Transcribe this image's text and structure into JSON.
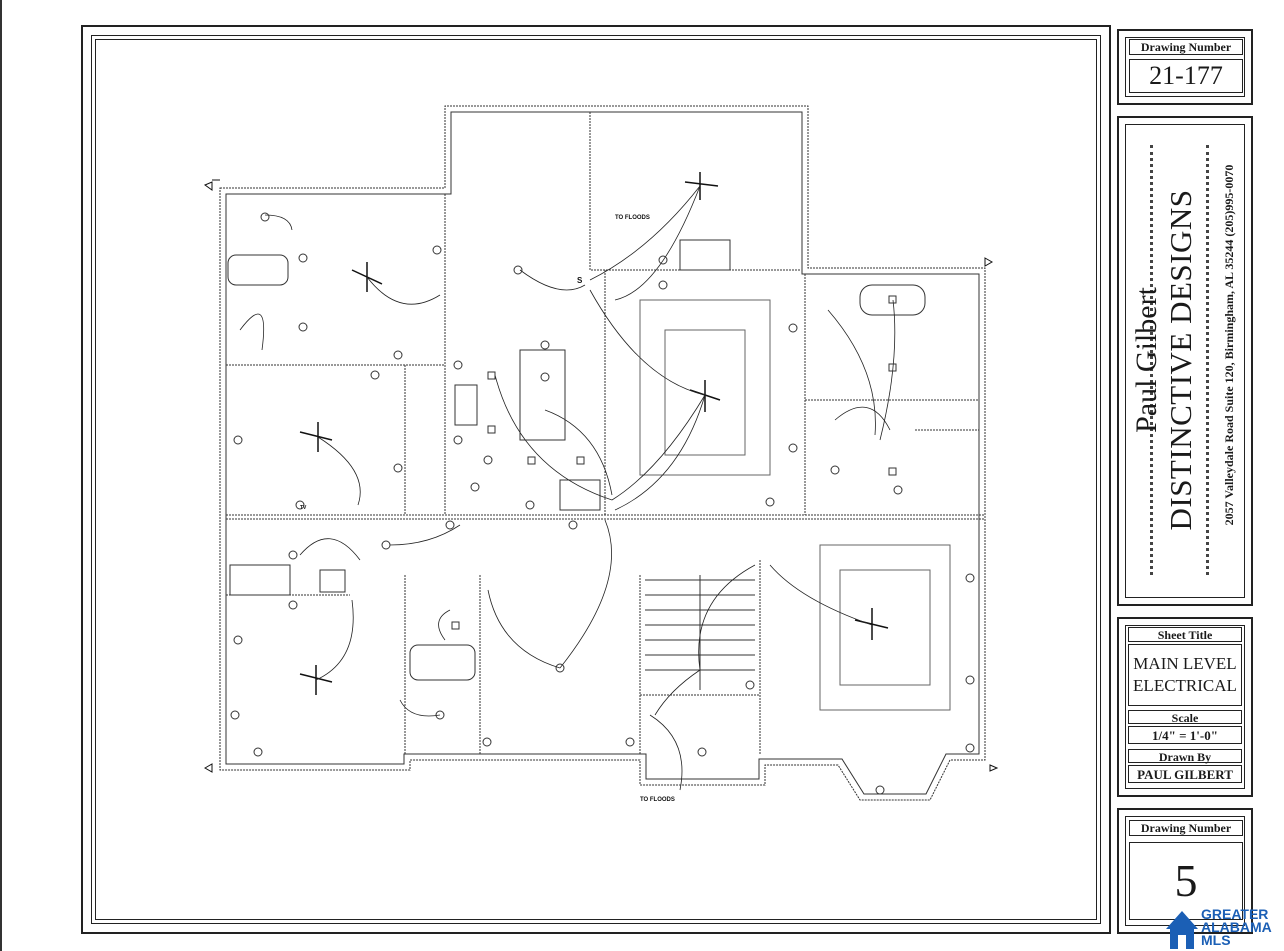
{
  "title_block": {
    "drawing_number_top": {
      "label": "Drawing Number",
      "value": "21-177"
    },
    "firm": {
      "person": "Paul Gilbert",
      "company": "DISTINCTIVE DESIGNS",
      "address": "2057 Valleydale Road Suite 120, Birmingham, AL 35244  (205)995-0070"
    },
    "sheet_title": {
      "label": "Sheet Title",
      "line1": "MAIN LEVEL",
      "line2": "ELECTRICAL"
    },
    "scale": {
      "label": "Scale",
      "value": "1/4\" = 1'-0\""
    },
    "drawn_by": {
      "label": "Drawn By",
      "value": "PAUL GILBERT"
    },
    "drawing_number_bottom": {
      "label": "Drawing Number",
      "value": "5"
    }
  },
  "plan": {
    "notes": [
      "TO FLOODS",
      "TO FLOODS"
    ],
    "tv_label": "TV",
    "switch_label": "S"
  },
  "watermark": {
    "line1": "GREATER",
    "line2": "ALABAMA",
    "line3": "MLS",
    "color": "#1b5fb5"
  }
}
